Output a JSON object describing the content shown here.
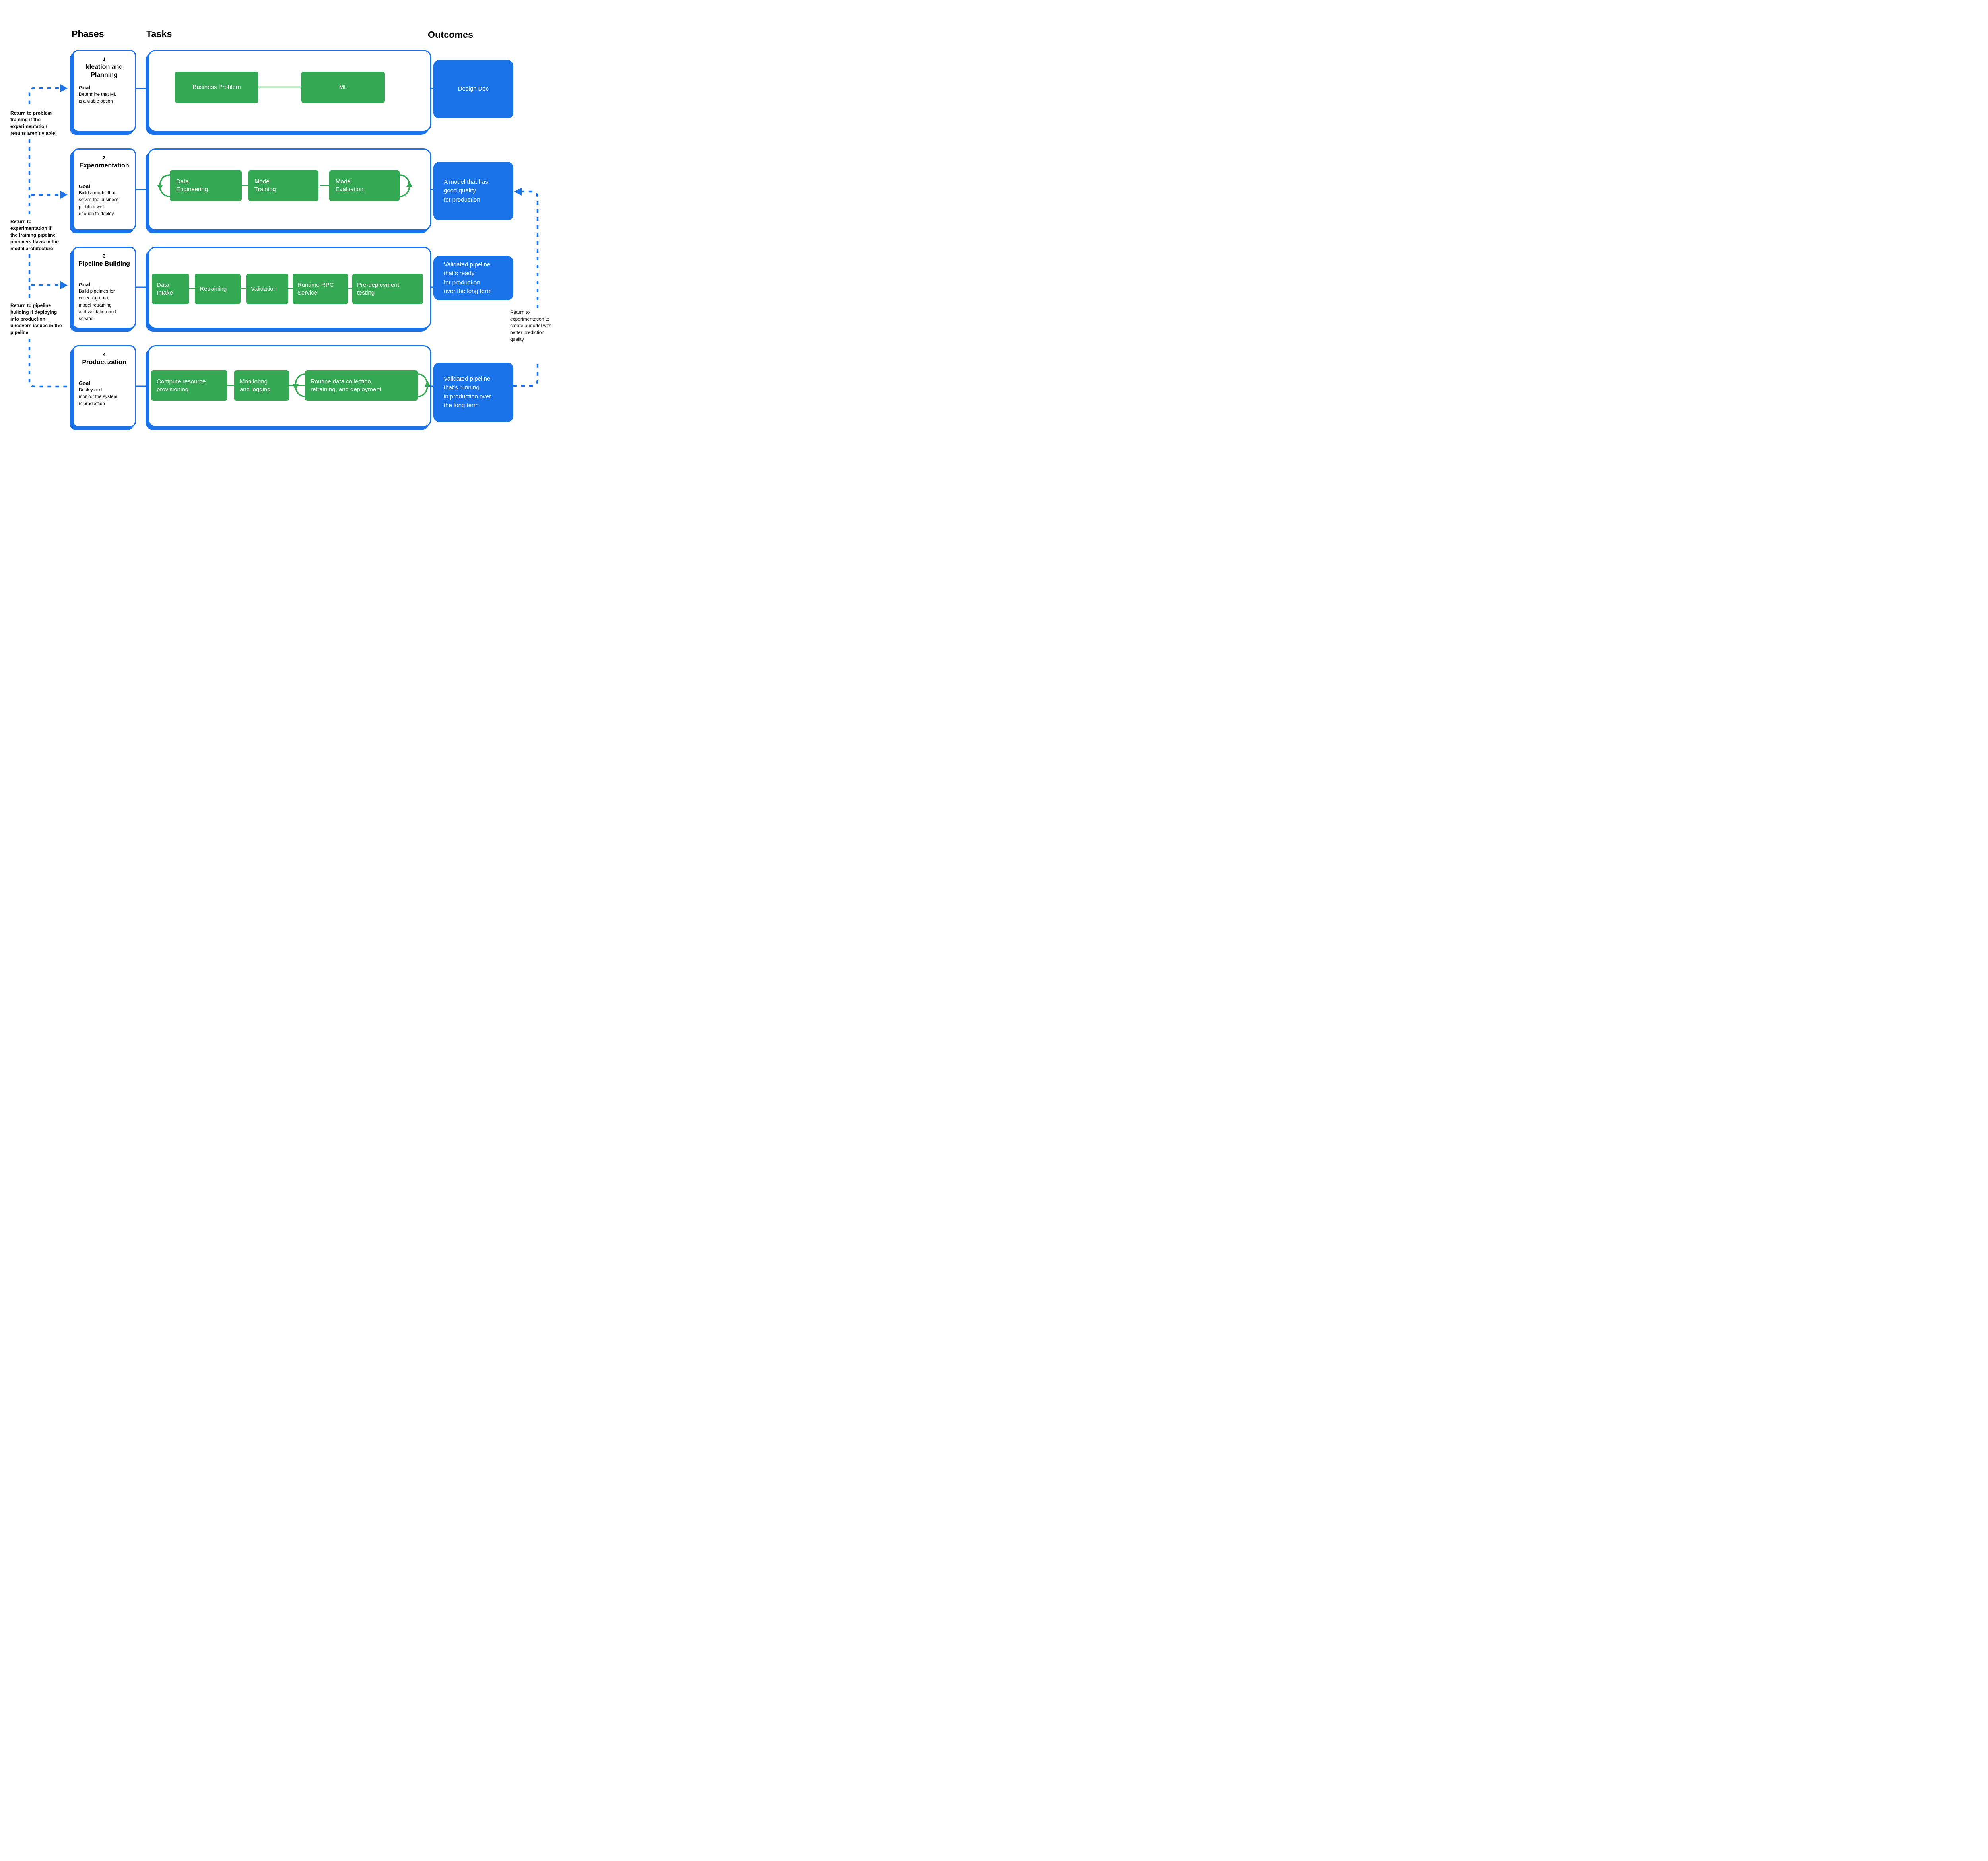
{
  "colors": {
    "accent_blue": "#1a73e8",
    "task_green": "#34a853",
    "text_black": "#000000",
    "box_text_white": "#ffffff"
  },
  "headers": {
    "phases": "Phases",
    "tasks": "Tasks",
    "outcomes": "Outcomes"
  },
  "phases": [
    {
      "number": "1",
      "title": "Ideation and\nPlanning",
      "goal_label": "Goal",
      "goal": "Determine that ML\nis a viable option"
    },
    {
      "number": "2",
      "title": "Experimentation",
      "goal_label": "Goal",
      "goal": "Build a model that\nsolves the business\nproblem well\nenough to deploy"
    },
    {
      "number": "3",
      "title": "Pipeline Building",
      "goal_label": "Goal",
      "goal": "Build pipelines for\ncollecting data,\nmodel retraining\nand validation and\nserving"
    },
    {
      "number": "4",
      "title": "Productization",
      "goal_label": "Goal",
      "goal": "Deploy and\nmonitor the system\nin production"
    }
  ],
  "tasks": {
    "row1": [
      "Business Problem",
      "ML"
    ],
    "row2": [
      "Data\nEngineering",
      "Model\nTraining",
      "Model\nEvaluation"
    ],
    "row3": [
      "Data\nIntake",
      "Retraining",
      "Validation",
      "Runtime RPC\nService",
      "Pre-deployment\ntesting"
    ],
    "row4": [
      "Compute  resource\nprovisioning",
      "Monitoring\nand logging",
      "Routine data collection,\nretraining, and deployment"
    ]
  },
  "outcomes": [
    "Design Doc",
    "A model that has\ngood quality\nfor production",
    "Validated pipeline\nthat’s ready\nfor production\nover the long term",
    "Validated pipeline\nthat’s running\nin production over\nthe long term"
  ],
  "annotations": {
    "left1": "Return to problem\nframing if the\nexperimentation\nresults aren’t viable",
    "left2": "Return to\nexperimentation if\nthe training pipeline\nuncovers flaws in the\nmodel architecture",
    "left3": "Return to pipeline\nbuilding if deploying\ninto production\nuncovers issues in the\npipeline",
    "right1": "Return to\nexperimentation to\ncreate a model with\nbetter prediction\nquality"
  },
  "icons": {
    "feedback_arrow_right": "arrow-right-icon",
    "feedback_arrow_left": "arrow-left-icon",
    "loop_arrow_down": "loop-arrow-down-icon",
    "loop_arrow_up": "loop-arrow-up-icon"
  }
}
